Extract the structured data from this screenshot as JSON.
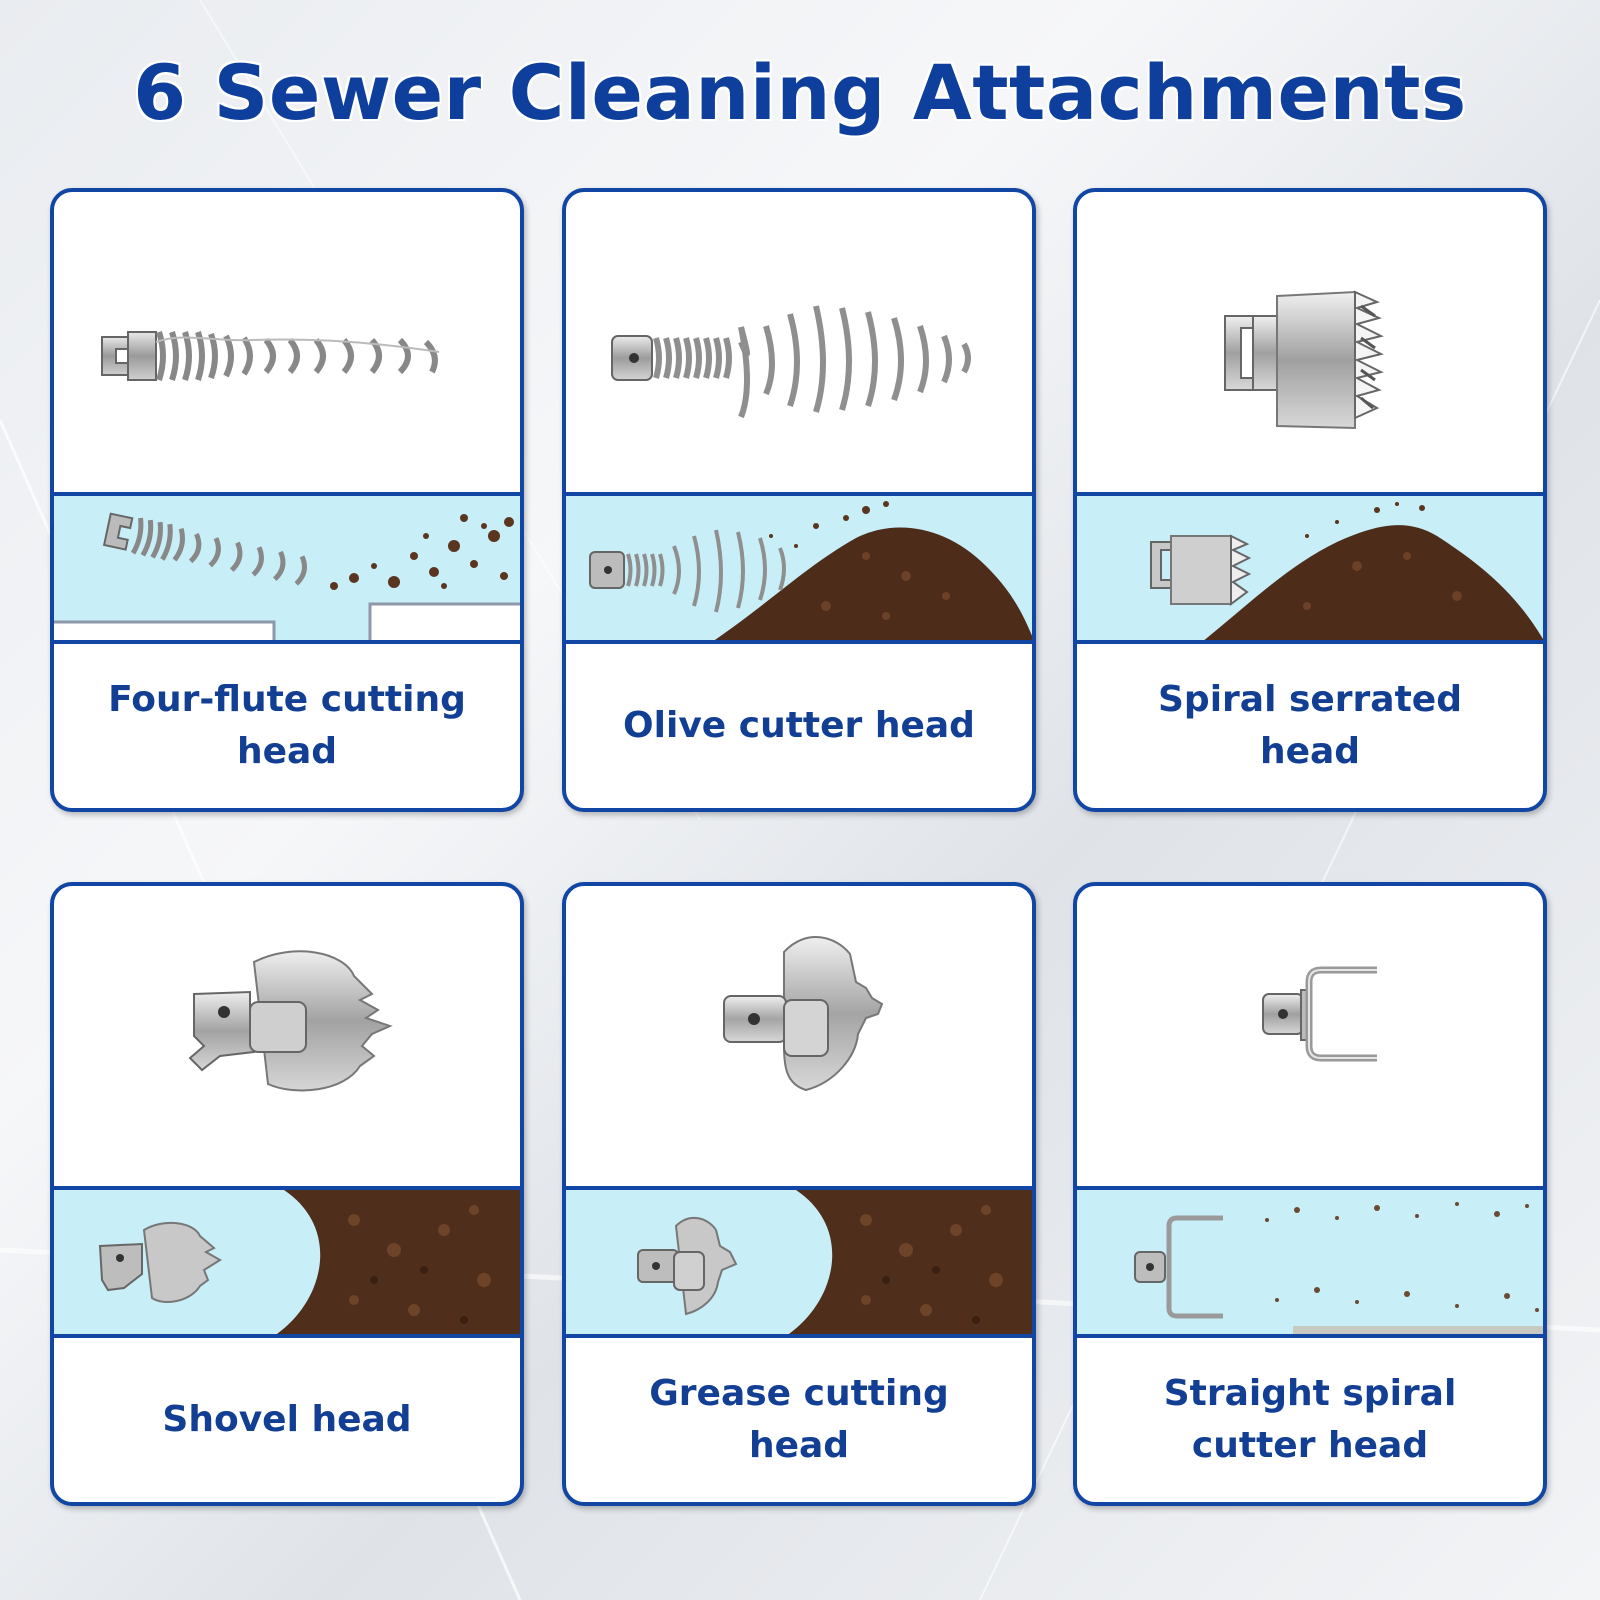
{
  "title": "6 Sewer Cleaning Attachments",
  "colors": {
    "brand_blue": "#1146a4",
    "scene_bg": "#c8eef8",
    "soil": "#5a3520"
  },
  "attachments": [
    {
      "label": "Four-flute cutting head",
      "icon": "four-flute-cutting-head-icon"
    },
    {
      "label": "Olive cutter head",
      "icon": "olive-cutter-head-icon"
    },
    {
      "label": "Spiral serrated head",
      "icon": "spiral-serrated-head-icon"
    },
    {
      "label": "Shovel head",
      "icon": "shovel-head-icon"
    },
    {
      "label": "Grease cutting head",
      "icon": "grease-cutting-head-icon"
    },
    {
      "label": "Straight spiral cutter head",
      "icon": "straight-spiral-cutter-head-icon"
    }
  ]
}
